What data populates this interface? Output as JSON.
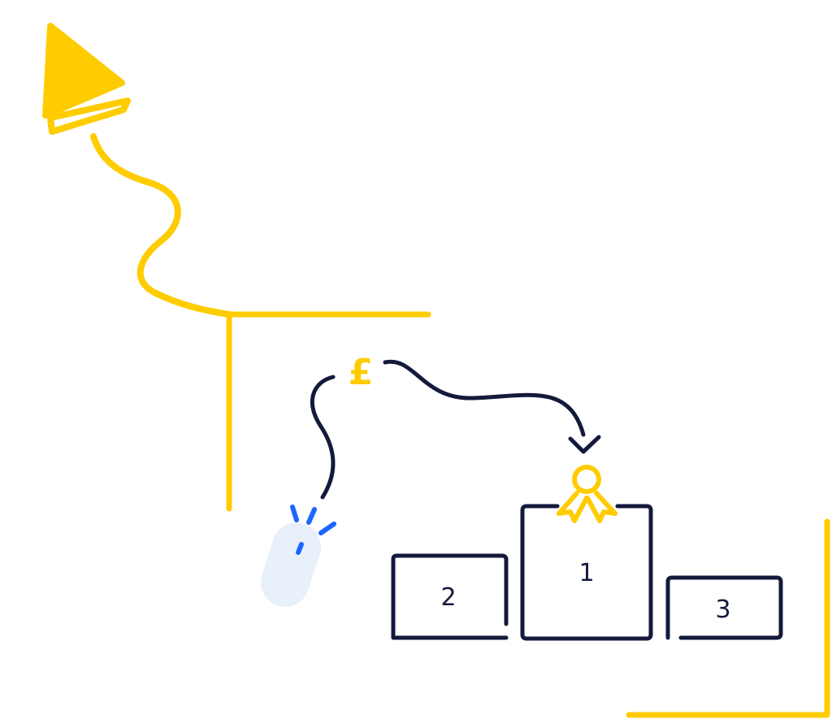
{
  "colors": {
    "accent": "#FFCC00",
    "ink": "#141A3C",
    "click": "#1A66FF",
    "mouse_fill": "#E8F0FB",
    "background": "#FFFFFF"
  },
  "currency": {
    "symbol": "£"
  },
  "podium": {
    "first": "1",
    "second": "2",
    "third": "3"
  },
  "icons": {
    "cursor": "cursor-arrow-icon",
    "mouse": "computer-mouse-icon",
    "award": "award-rosette-icon"
  }
}
